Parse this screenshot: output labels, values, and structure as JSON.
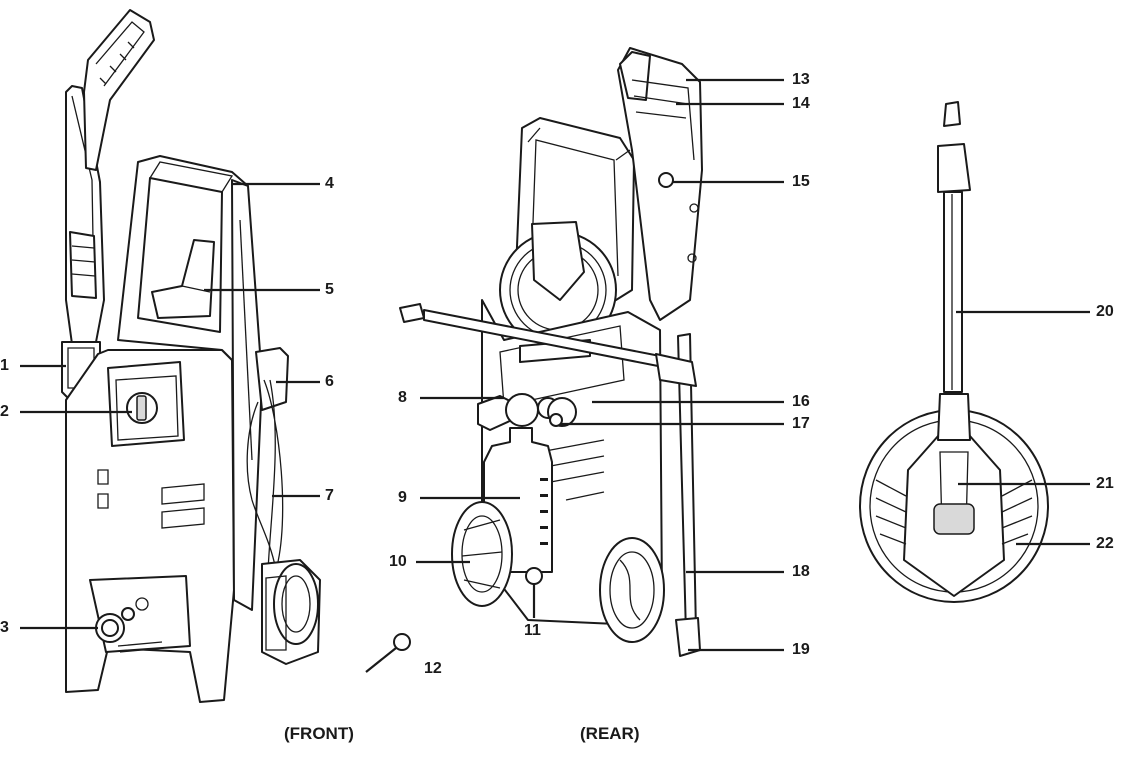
{
  "captions": {
    "front": "(FRONT)",
    "rear": "(REAR)"
  },
  "callouts": [
    "1",
    "2",
    "3",
    "4",
    "5",
    "6",
    "7",
    "8",
    "9",
    "10",
    "11",
    "12",
    "13",
    "14",
    "15",
    "16",
    "17",
    "18",
    "19",
    "20",
    "21",
    "22"
  ]
}
